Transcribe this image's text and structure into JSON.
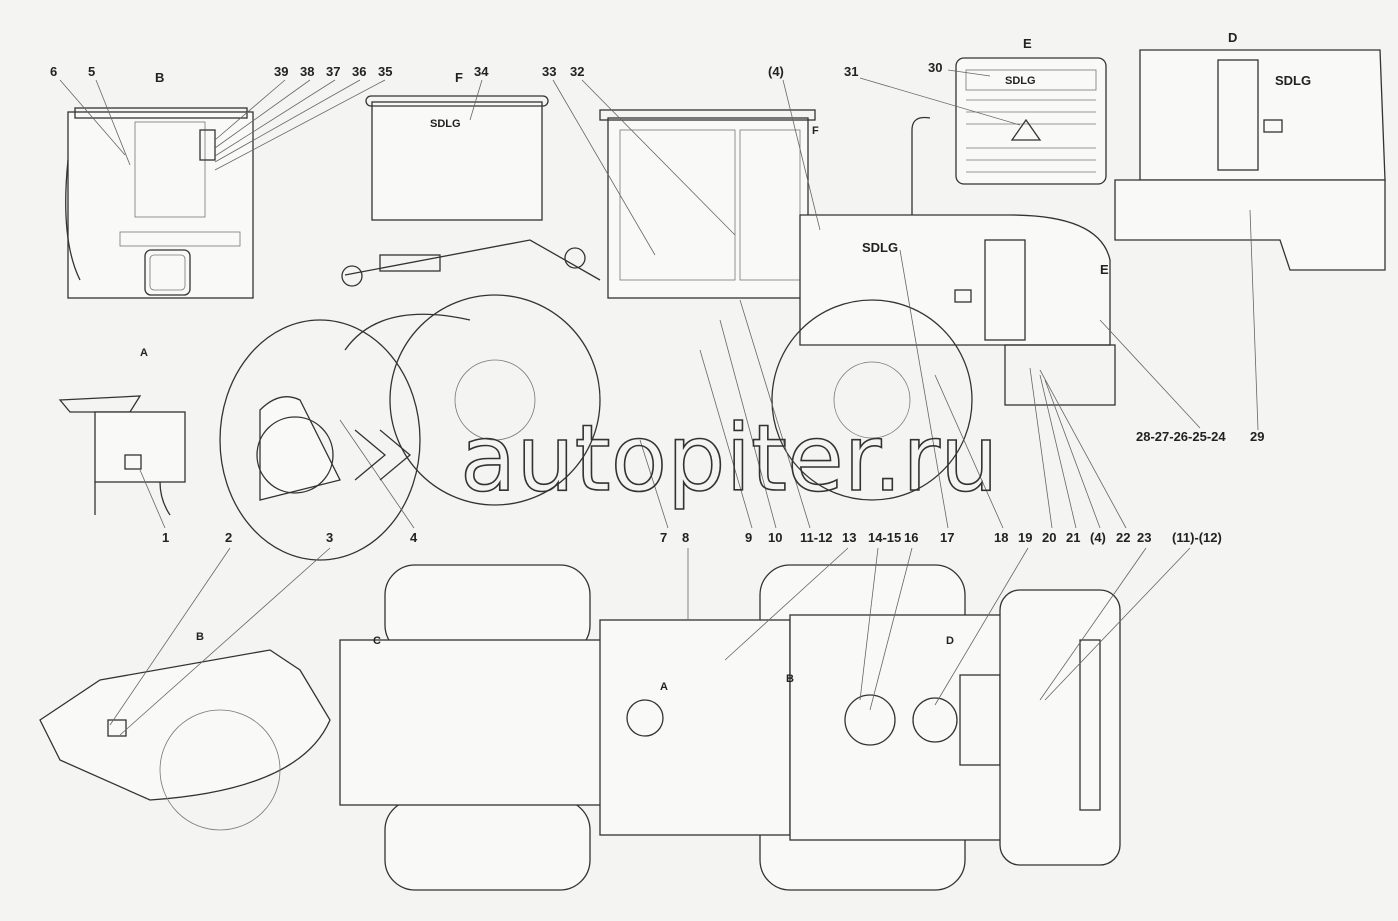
{
  "diagram": {
    "view_labels": {
      "cab_rear": "B",
      "roof_top": "F",
      "rear_grille": "E",
      "rear_side": "D",
      "arrow_e": "E",
      "arrow_f": "F",
      "rot_a": "A",
      "rot_b": "B",
      "plan_a": "A",
      "plan_b": "B",
      "plan_c": "C",
      "plan_d": "D"
    },
    "top_callouts": [
      "6",
      "5",
      "39",
      "38",
      "37",
      "36",
      "35",
      "34",
      "33",
      "32",
      "(4)",
      "31",
      "30",
      "28-27-26-25-24",
      "29"
    ],
    "bottom_callouts": [
      "1",
      "2",
      "3",
      "4",
      "7",
      "8",
      "9",
      "10",
      "11-12",
      "13",
      "14-15",
      "16",
      "17",
      "18",
      "19",
      "20",
      "21",
      "(4)",
      "22",
      "23",
      "(11)-(12)"
    ],
    "brand_marking": "SDLG",
    "watermark": "autopiter.ru"
  }
}
